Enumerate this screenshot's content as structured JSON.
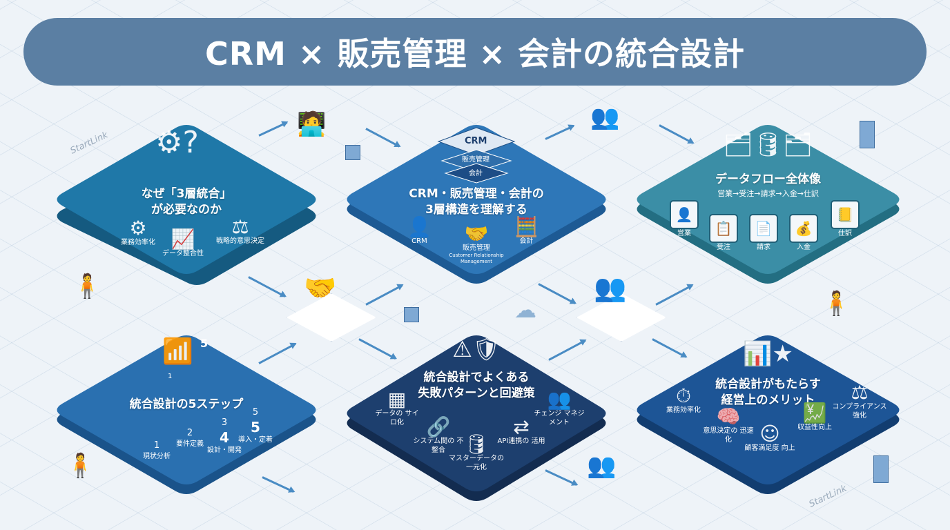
{
  "title": "CRM × 販売管理 × 会計の統合設計",
  "watermark": "StartLink",
  "tiles": {
    "why": {
      "title_line1": "なぜ「3層統合」",
      "title_line2": "が必要なのか",
      "items": [
        "業務効率化",
        "データ整合性",
        "戦略的意思決定"
      ],
      "color": "#1f78a8"
    },
    "structure": {
      "title_line1": "CRM・販売管理・会計の",
      "title_line2": "3層構造を理解する",
      "stack": [
        "CRM",
        "販売管理",
        "会計"
      ],
      "items": [
        "CRM",
        "販売管理",
        "会計"
      ],
      "sub": "Customer Relationship Management",
      "color": "#2e77b8"
    },
    "dataflow": {
      "title": "データフロー全体像",
      "subtitle": "営業→受注→請求→入金→仕訳",
      "steps": [
        "営業",
        "受注",
        "請求",
        "入金",
        "仕訳"
      ],
      "color": "#3b8ea6"
    },
    "steps": {
      "title": "統合設計の5ステップ",
      "items": [
        {
          "n": "1",
          "label": "現状分析"
        },
        {
          "n": "2",
          "label": "要件定義"
        },
        {
          "n": "3",
          "label": "設計・開発"
        },
        {
          "n": "5",
          "label": "導入・定着"
        }
      ],
      "stair_top": "5",
      "stair_bottom": "1",
      "block4": "4",
      "block5": "5",
      "color": "#2a70b0"
    },
    "failure": {
      "title_line1": "統合設計でよくある",
      "title_line2": "失敗パターンと回避策",
      "items": [
        "データの サイロ化",
        "システム間の 不整合",
        "マスターデータの 一元化",
        "API連携の 活用",
        "チェンジ マネジメント"
      ],
      "color": "#1d3f6e"
    },
    "merit": {
      "title_line1": "統合設計がもたらす",
      "title_line2": "経営上のメリット",
      "items": [
        "業務効率化",
        "意思決定の 迅速化",
        "顧客満足度 向上",
        "収益性向上",
        "コンプライアンス 強化"
      ],
      "color": "#1d5596"
    }
  }
}
